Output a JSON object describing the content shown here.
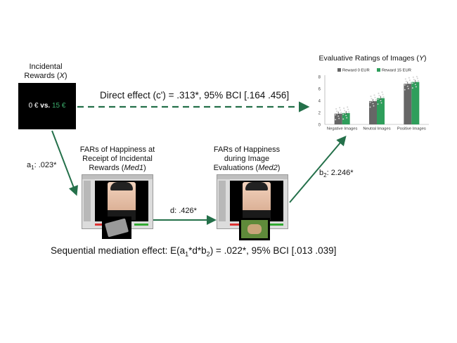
{
  "x_node": {
    "title_line1": "Incidental",
    "title_line2_prefix": "Rewards (",
    "title_var": "X",
    "title_line2_suffix": ")",
    "left_amount": "0 €",
    "vs": "vs.",
    "right_amount": "15 €"
  },
  "direct_effect": {
    "label": "Direct effect (c') = .313*, 95% BCI [.164 .456]"
  },
  "a1": {
    "label_prefix": "a",
    "label_sub": "1",
    "label_suffix": ": .023*"
  },
  "b2": {
    "label_prefix": "b",
    "label_sub": "2",
    "label_suffix": ": 2.246*"
  },
  "d": {
    "label": "d: .426*"
  },
  "med1": {
    "line1": "FARs of Happiness at",
    "line2": "Receipt of Incidental",
    "line3_prefix": "Rewards (",
    "line3_var": "Med1",
    "line3_suffix": ")"
  },
  "med2": {
    "line1": "FARs of Happiness",
    "line2": "during Image",
    "line3_prefix": "Evaluations (",
    "line3_var": "Med2",
    "line3_suffix": ")"
  },
  "sequential": {
    "prefix": "Sequential mediation effect: E(a",
    "s1": "1",
    "mid1": "*d*b",
    "s2": "2",
    "suffix": ") = .022*, 95% BCI [.013 .039]"
  },
  "y_chart": {
    "title_prefix": "Evaluative Ratings of Images (",
    "title_var": "Y",
    "title_suffix": ")"
  },
  "chart_data": {
    "type": "bar",
    "title": "Evaluative Ratings of Images (Y)",
    "categories": [
      "Negative Images",
      "Neutral Images",
      "Positive Images"
    ],
    "series": [
      {
        "name": "Reward 0 EUR",
        "values": [
          1.8,
          3.9,
          6.8
        ],
        "color": "#666666"
      },
      {
        "name": "Reward 15 EUR",
        "values": [
          1.9,
          4.4,
          7.1
        ],
        "color": "#2e9e5b"
      }
    ],
    "yticks": [
      "0",
      "2",
      "4",
      "6",
      "8"
    ],
    "ylim": [
      0,
      8
    ],
    "legend": "top"
  }
}
